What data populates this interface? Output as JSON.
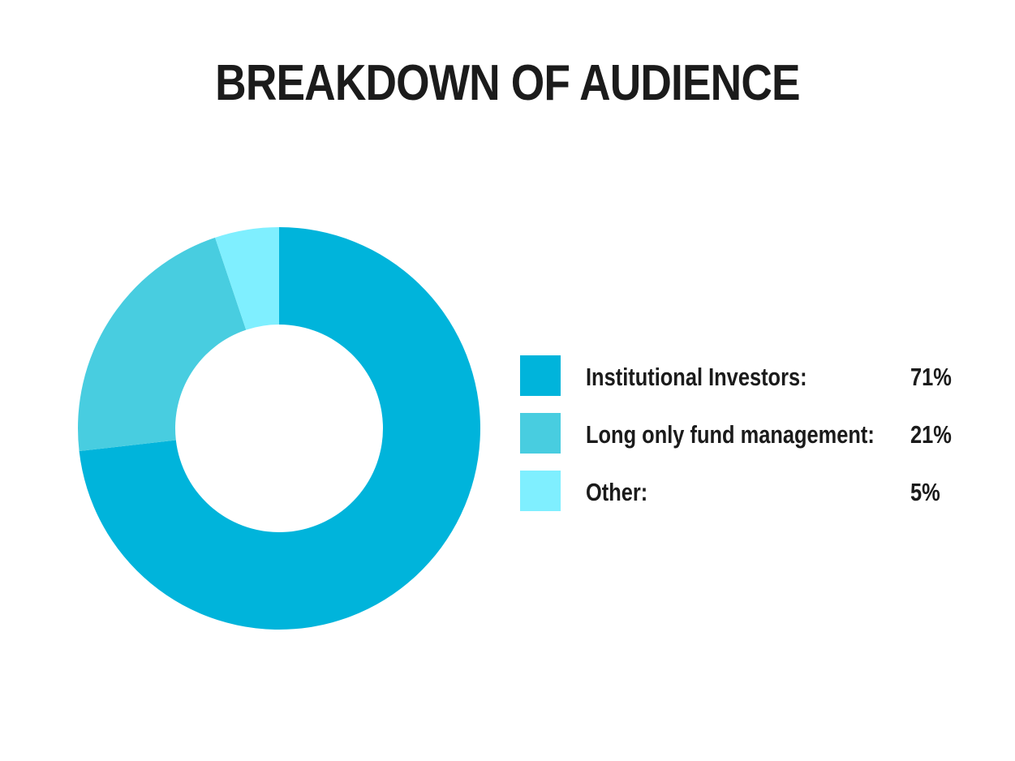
{
  "chart_data": {
    "type": "pie",
    "title": "BREAKDOWN OF AUDIENCE",
    "categories": [
      "Institutional Investors:",
      "Long only fund management:",
      "Other:"
    ],
    "values": [
      71,
      21,
      5
    ],
    "value_labels": [
      "71%",
      "21%",
      "5%"
    ],
    "colors": [
      "#00b4db",
      "#48cde0",
      "#7fefff"
    ],
    "donut": true,
    "legend_position": "right"
  }
}
